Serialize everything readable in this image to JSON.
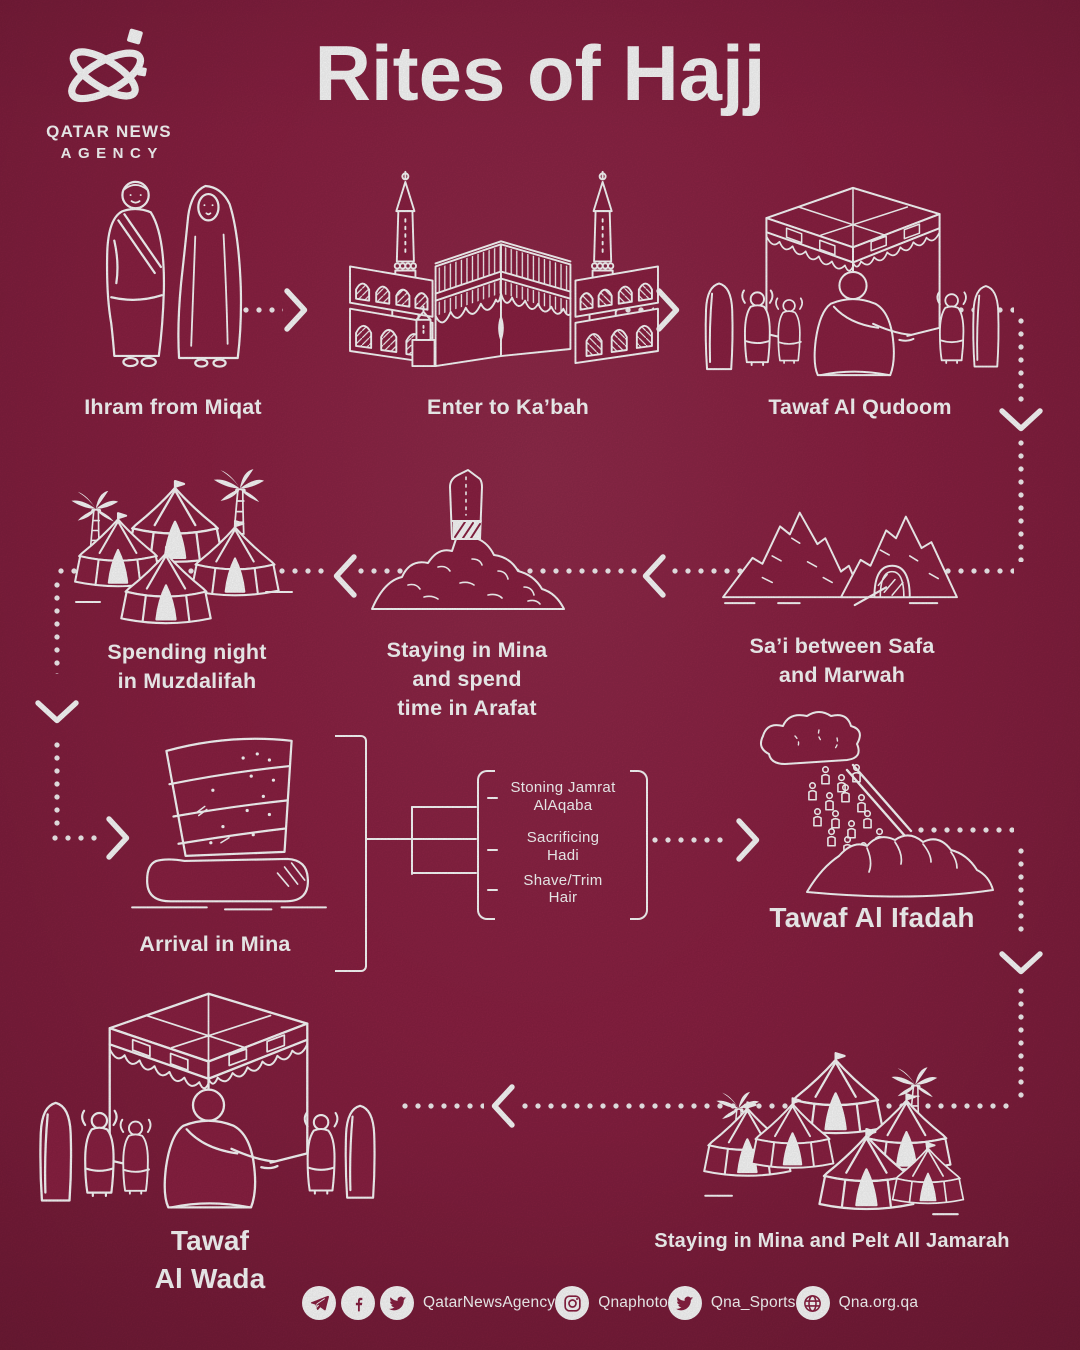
{
  "meta": {
    "background_color": "#8c2143",
    "line_color": "#ffffff"
  },
  "brand": {
    "line1": "QATAR NEWS",
    "line2": "AGENCY"
  },
  "title": "Rites of Hajj",
  "steps": {
    "ihram": {
      "label": [
        "Ihram from Miqat"
      ],
      "illustration": "pilgrims-in-ihram"
    },
    "enter_kabah": {
      "label": [
        "Enter to Ka’bah"
      ],
      "illustration": "masjid-al-haram-kabah"
    },
    "tawaf_qudoom": {
      "label": [
        "Tawaf Al Qudoom"
      ],
      "illustration": "kabah-with-worshippers"
    },
    "sai": {
      "label": [
        "Sa’i between Safa",
        "and Marwah"
      ],
      "illustration": "safa-marwah-hills"
    },
    "mina_arafat": {
      "label": [
        "Staying in Mina",
        "and spend",
        "time in Arafat"
      ],
      "illustration": "mount-arafat-monument"
    },
    "muzdalifah": {
      "label": [
        "Spending night",
        "in Muzdalifah"
      ],
      "illustration": "muzdalifah-tents"
    },
    "mina_arrival": {
      "label": [
        "Arrival in Mina"
      ],
      "illustration": "jamarat-pillar"
    },
    "mina_rites": {
      "items": [
        [
          "Stoning Jamrat",
          "AlAqaba"
        ],
        [
          "Sacrificing",
          "Hadi"
        ],
        [
          "Shave/Trim",
          "Hair"
        ]
      ]
    },
    "tawaf_ifadah": {
      "label": [
        "Tawaf Al Ifadah"
      ],
      "illustration": "pilgrims-stream-to-mountain"
    },
    "pelt_jamarah": {
      "label": [
        "Staying in Mina and Pelt All Jamarah"
      ],
      "illustration": "mina-tent-camp"
    },
    "tawaf_wada": {
      "label": [
        "Tawaf",
        "Al Wada"
      ],
      "illustration": "kabah-with-worshippers"
    }
  },
  "footer": {
    "accounts": [
      {
        "icons": [
          "telegram-icon",
          "facebook-icon",
          "twitter-icon"
        ],
        "handle": "QatarNewsAgency"
      },
      {
        "icons": [
          "instagram-icon"
        ],
        "handle": "Qnaphoto"
      },
      {
        "icons": [
          "twitter-icon"
        ],
        "handle": "Qna_Sports"
      },
      {
        "icons": [
          "globe-icon"
        ],
        "handle": "Qna.org.qa"
      }
    ]
  }
}
